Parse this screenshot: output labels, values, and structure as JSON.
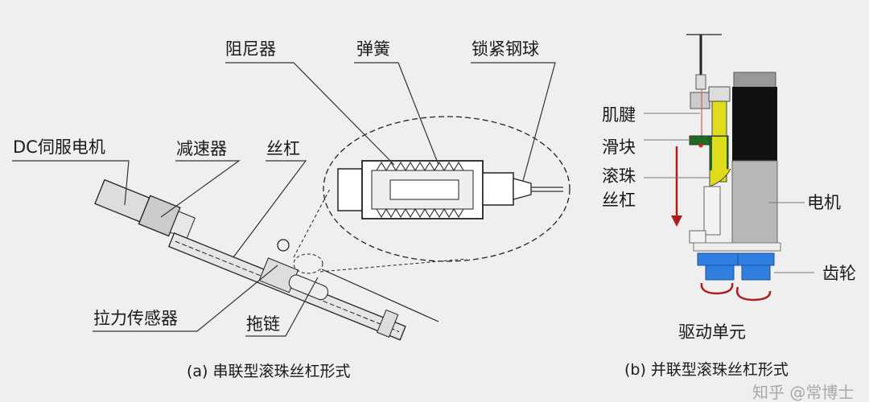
{
  "panel_a": {
    "labels": {
      "damper": "阻尼器",
      "spring": "弹簧",
      "locking_ball": "锁紧钢球",
      "dc_motor": "DC伺服电机",
      "reducer": "减速器",
      "lead_screw": "丝杠",
      "tension_sensor": "拉力传感器",
      "drag_chain": "拖链"
    },
    "caption": "(a) 串联型滚珠丝杠形式"
  },
  "panel_b": {
    "labels": {
      "tendon": "肌腱",
      "slider": "滑块",
      "ball_screw_1": "滚珠",
      "ball_screw_2": "丝杠",
      "motor": "电机",
      "gear": "齿轮",
      "drive_unit": "驱动单元"
    },
    "caption": "(b) 并联型滚珠丝杠形式"
  },
  "watermark": "知乎 @常博士",
  "colors": {
    "slider": "#1f6b1f",
    "screw": "#e0dc1c",
    "gear": "#2f7fe0",
    "arrow": "#b01c1c",
    "motor_top": "#111111",
    "motor_body": "#b8b8b8"
  }
}
